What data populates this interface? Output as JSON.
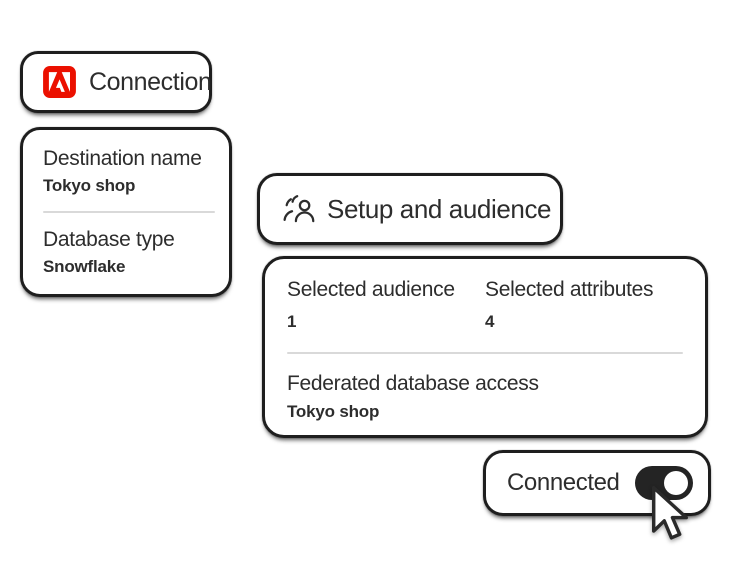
{
  "colors": {
    "red": "#EB1000",
    "border": "#1E1E1E",
    "ink": "#2D2D2D",
    "divider": "#D9D9D9",
    "toggle": "#242424",
    "card_bg": "#FFFFFF"
  },
  "connection_card": {
    "title": "Connection",
    "icon": "adobe-logo"
  },
  "destination_card": {
    "fields": [
      {
        "label": "Destination name",
        "value": "Tokyo shop"
      },
      {
        "label": "Database type",
        "value": "Snowflake"
      }
    ]
  },
  "setup_card": {
    "title": "Setup and audience",
    "icon": "audience-group"
  },
  "summary_card": {
    "stats": [
      {
        "label": "Selected audience",
        "value": "1"
      },
      {
        "label": "Selected attributes",
        "value": "4"
      }
    ],
    "field": {
      "label": "Federated database access",
      "value": "Tokyo shop"
    }
  },
  "status_card": {
    "label": "Connected",
    "toggle_state": "on"
  }
}
